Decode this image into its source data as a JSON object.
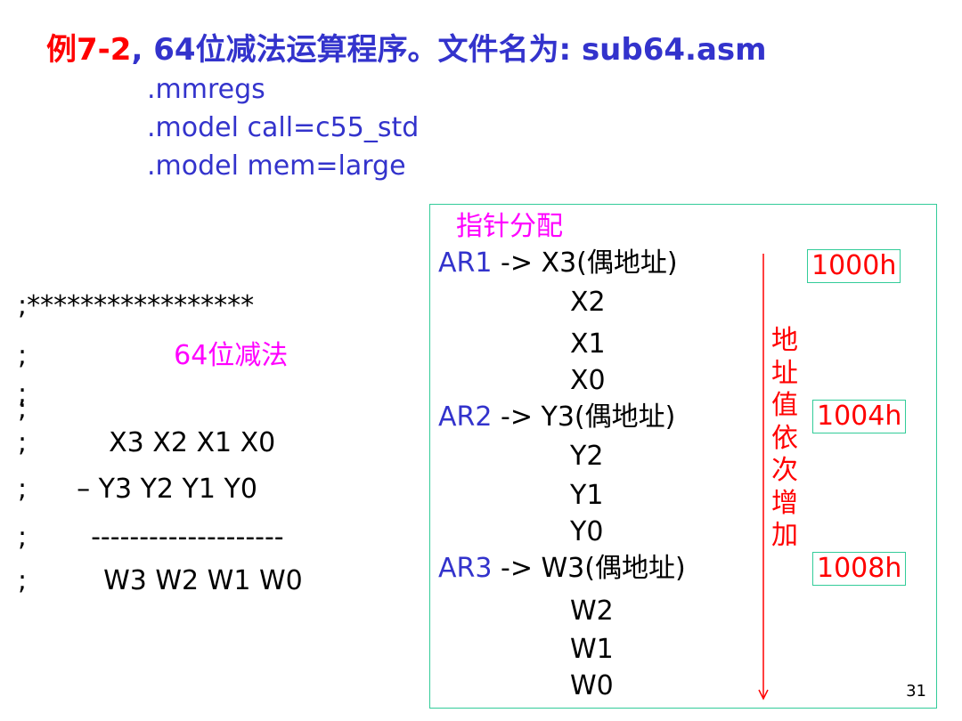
{
  "title": {
    "prefix": "例7-2",
    "text": ", 64位减法运算程序。文件名为: sub64.asm"
  },
  "directives": [
    ".mmregs",
    ".model   call=c55_std",
    ".model   mem=large"
  ],
  "comment_block": {
    "stars": ";*****************",
    "heading": "64位减法",
    "lines": [
      ";",
      ";        64位减法",
      ";",
      ";",
      ";      X3  X2  X1  X0",
      ";   – Y3  Y2  Y1  Y0",
      ";    --------------------",
      ";     W3  W2 W1  W0"
    ],
    "row_operands": "X3  X2  X1  X0",
    "row_subtrahend": "– Y3  Y2  Y1  Y0",
    "row_rule": "--------------------",
    "row_result": "W3  W2 W1  W0"
  },
  "pointer_box": {
    "heading": "指针分配",
    "rows": [
      {
        "reg": "AR1",
        "arrow": " -> ",
        "item": "X3(偶地址)"
      },
      {
        "reg": "",
        "arrow": "",
        "item": "X2"
      },
      {
        "reg": "",
        "arrow": "",
        "item": "X1"
      },
      {
        "reg": "",
        "arrow": "",
        "item": "X0"
      },
      {
        "reg": "AR2",
        "arrow": " -> ",
        "item": "Y3(偶地址)"
      },
      {
        "reg": "",
        "arrow": "",
        "item": "Y2"
      },
      {
        "reg": "",
        "arrow": "",
        "item": "Y1"
      },
      {
        "reg": "",
        "arrow": "",
        "item": "Y0"
      },
      {
        "reg": "AR3",
        "arrow": " -> ",
        "item": "W3(偶地址)"
      },
      {
        "reg": "",
        "arrow": "",
        "item": "W2"
      },
      {
        "reg": "",
        "arrow": "",
        "item": "W1"
      },
      {
        "reg": "",
        "arrow": "",
        "item": "W0"
      }
    ],
    "addresses": [
      "1000h",
      "1004h",
      "1008h"
    ],
    "vertical_label": [
      "地",
      "址",
      "值",
      "依",
      "次",
      "增",
      "加"
    ]
  },
  "page_number": "31",
  "colors": {
    "red": "#ff0000",
    "blue": "#3333cc",
    "magenta": "#ff00ff",
    "green_border": "#33cc99"
  }
}
